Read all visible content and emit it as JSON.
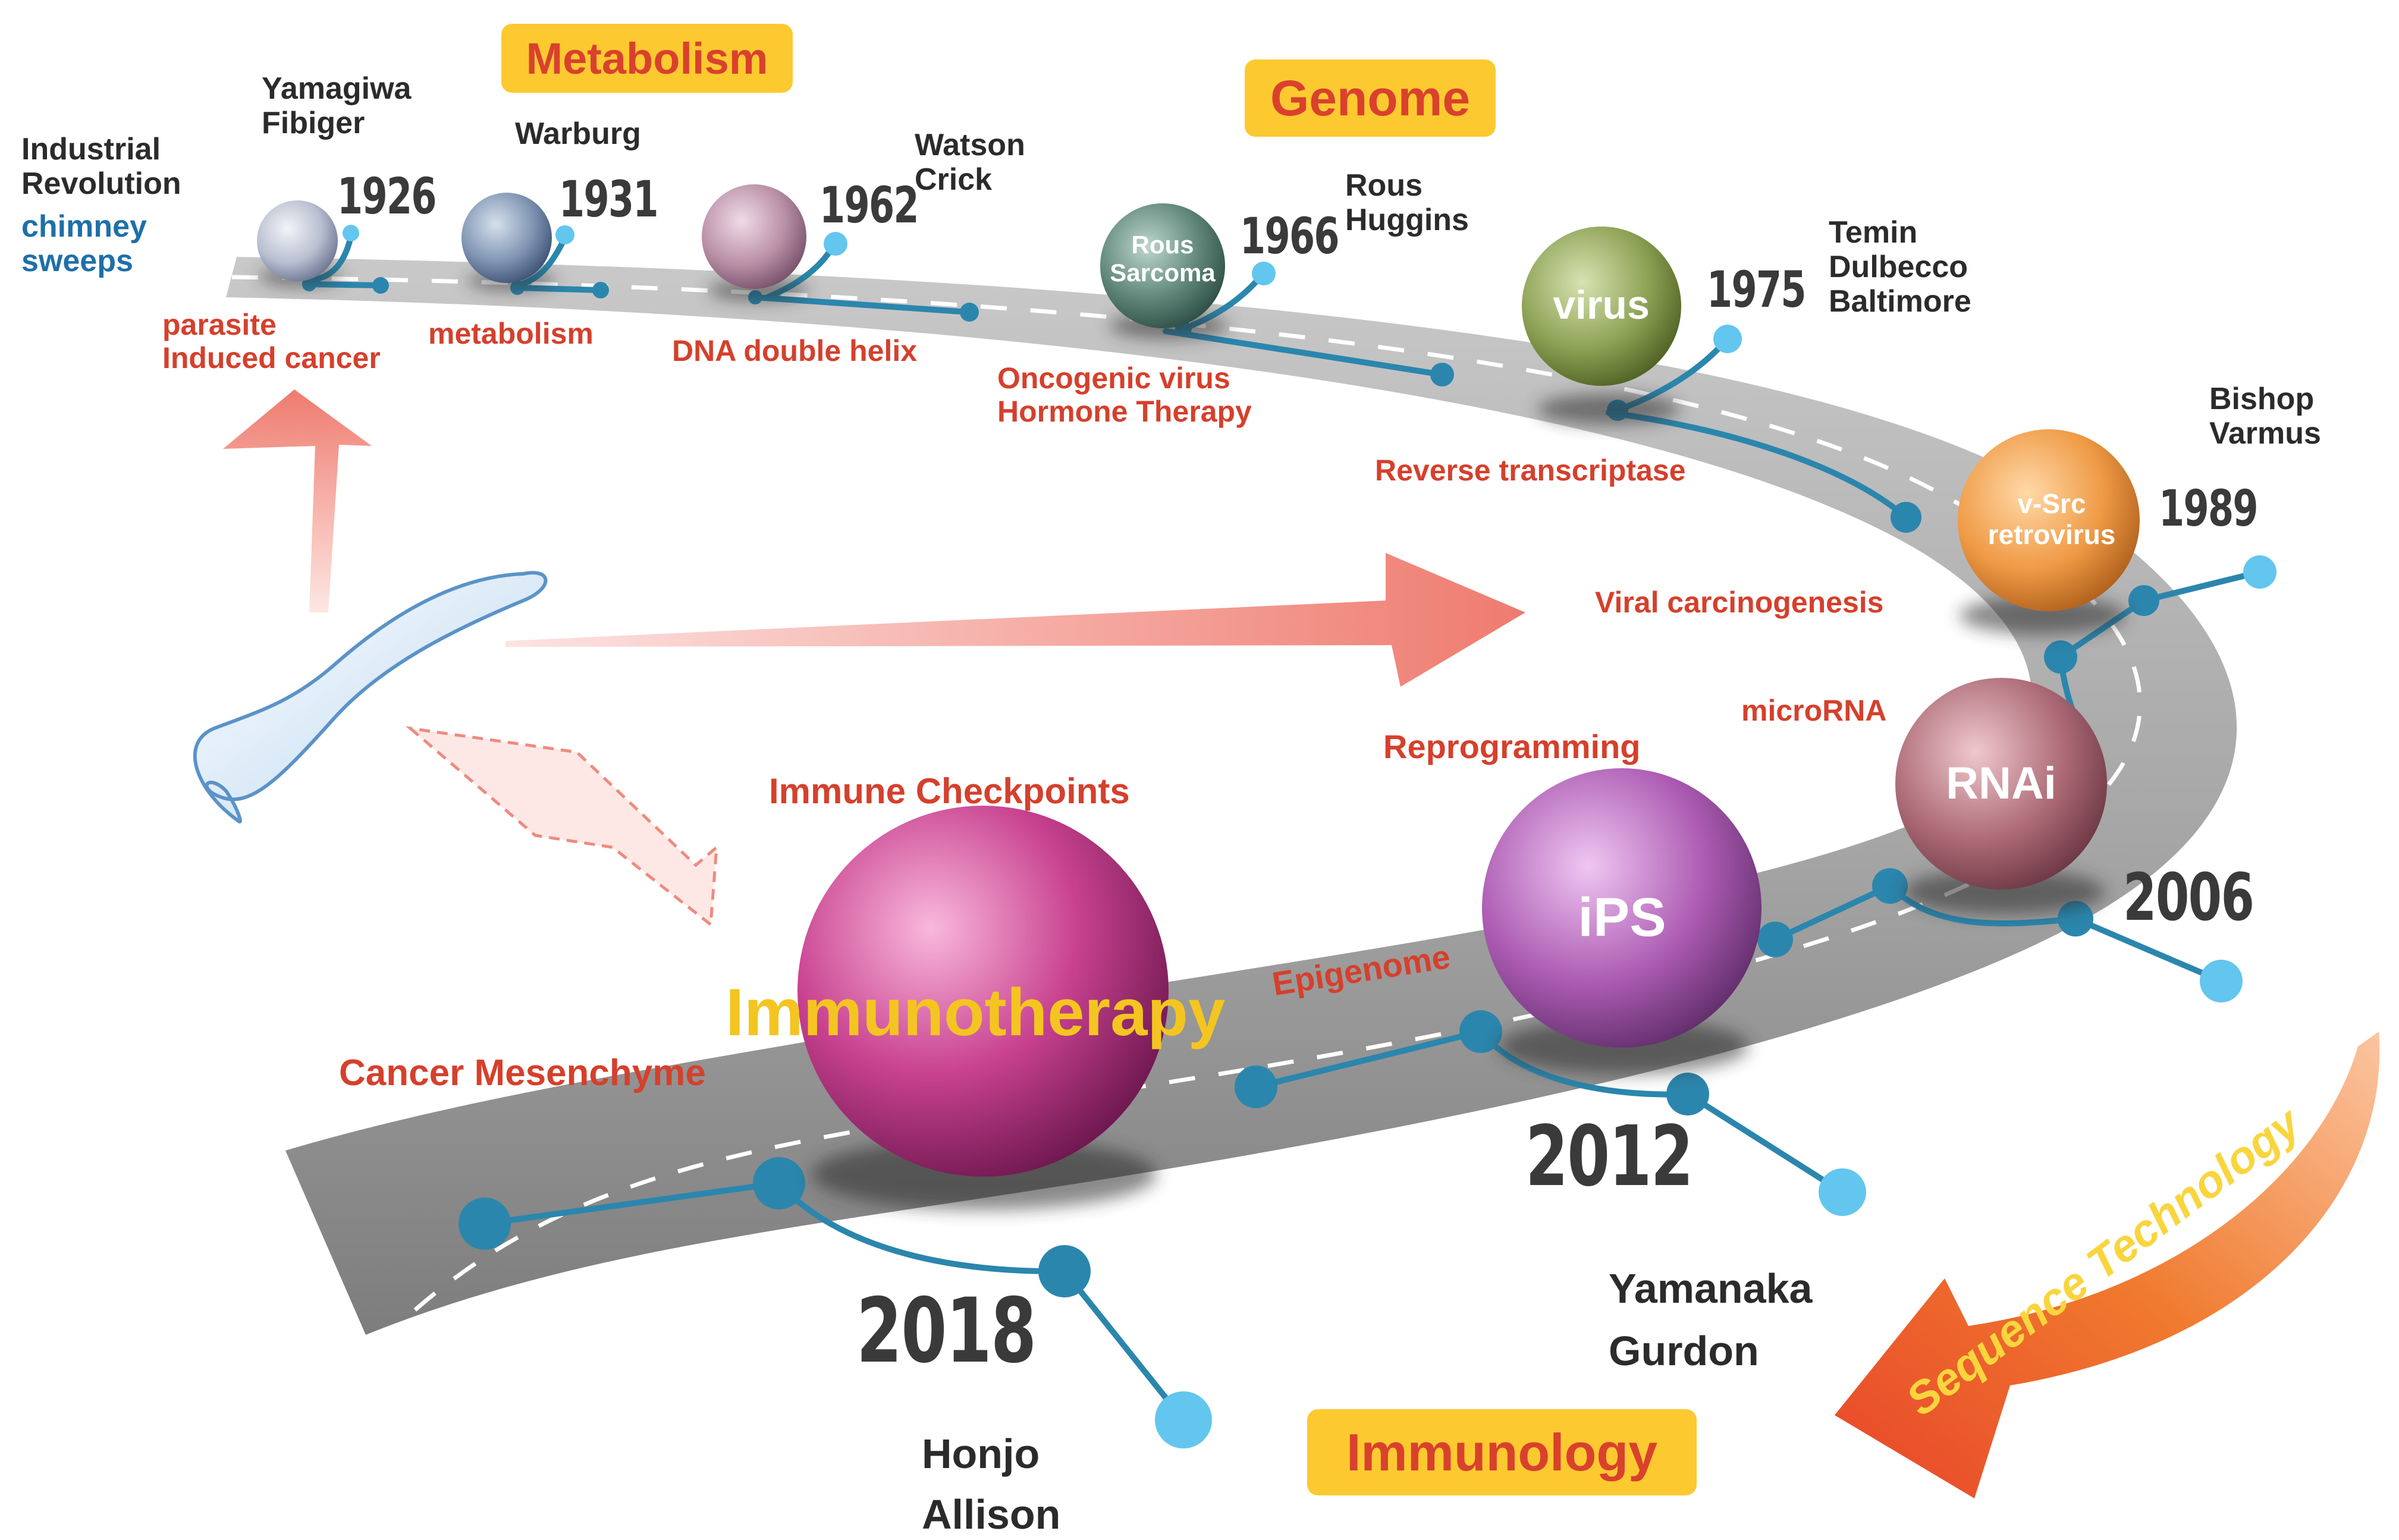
{
  "categories": {
    "metabolism": "Metabolism",
    "genome": "Genome",
    "immunology": "Immunology"
  },
  "intro": {
    "industrial": "Industrial\nRevolution",
    "chimney": "chimney\nsweeps"
  },
  "milestones": [
    {
      "year": "1926",
      "people": "Yamagiwa\nFibiger",
      "topic": "parasite\nInduced cancer",
      "ball": ""
    },
    {
      "year": "1931",
      "people": "Warburg",
      "topic": "metabolism",
      "ball": ""
    },
    {
      "year": "1962",
      "people": "Watson\nCrick",
      "topic": "DNA double helix",
      "ball": ""
    },
    {
      "year": "1966",
      "people": "Rous\nHuggins",
      "topic": "Oncogenic virus\nHormone Therapy",
      "ball": "Rous\nSarcoma"
    },
    {
      "year": "1975",
      "people": "Temin\nDulbecco\nBaltimore",
      "topic": "Reverse transcriptase",
      "ball": "virus"
    },
    {
      "year": "1989",
      "people": "Bishop\nVarmus",
      "topic": "Viral carcinogenesis",
      "ball": "v-Src\nretrovirus"
    },
    {
      "year": "2006",
      "people": "",
      "topic": "microRNA",
      "ball": "RNAi"
    },
    {
      "year": "2012",
      "people": "Yamanaka\nGurdon",
      "topic": "Reprogramming",
      "ball": "iPS"
    },
    {
      "year": "2018",
      "people": "Honjo\nAllison",
      "topic": "Immune Checkpoints",
      "ball": "Immunotherapy"
    }
  ],
  "extra_topics": {
    "epigenome": "Epigenome",
    "mesenchyme": "Cancer Mesenchyme"
  },
  "sequence_arrow": "Sequence Technology",
  "colors": {
    "road": "#8c8c8c",
    "connector": "#2b86ad",
    "connector_end": "#63c6ee",
    "topic_red": "#d5402c",
    "tag_fill": "#fdc930",
    "immunotherapy_text": "#f4c521"
  }
}
